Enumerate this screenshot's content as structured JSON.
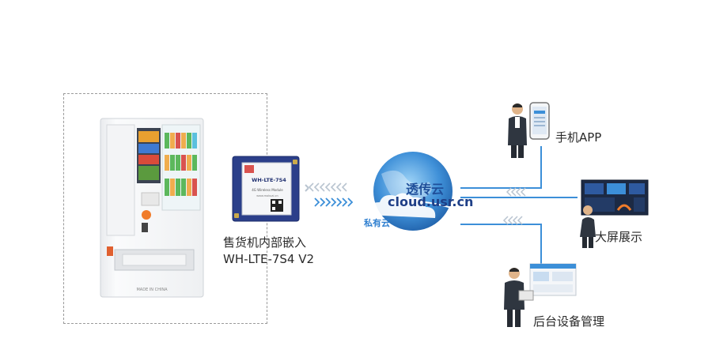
{
  "device": {
    "caption_line1": "售货机内部嵌入",
    "caption_line2": "WH-LTE-7S4 V2"
  },
  "module": {
    "chip_label": "WH-LTE-7S4",
    "chip_sub": "4G Wireless Module",
    "chip_url": "www.mokuai.cn"
  },
  "machine": {
    "bottom_text": "MADE IN CHINA"
  },
  "cloud": {
    "title": "透传云",
    "url": "cloud.usr.cn",
    "private_label": "私有云"
  },
  "endpoints": {
    "mobile_app": "手机APP",
    "big_screen": "大屏展示",
    "backend": "后台设备管理"
  },
  "colors": {
    "accent_blue": "#2f7fd0",
    "line_blue": "#3c8fd8",
    "arrow_gray": "#b9c4d0",
    "border_gray": "#9a9a9a"
  }
}
